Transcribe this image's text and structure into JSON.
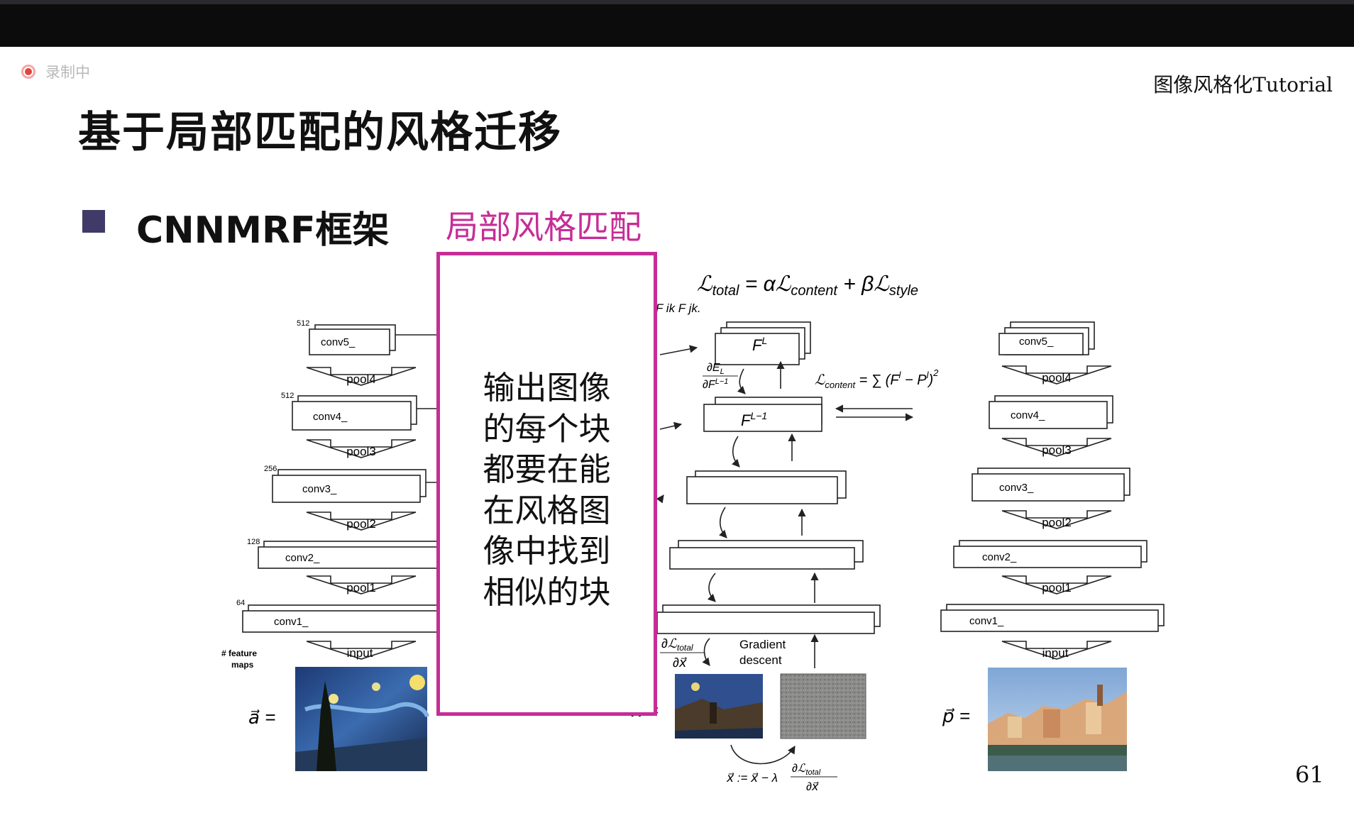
{
  "recording": {
    "label": "录制中",
    "icon": "record-icon"
  },
  "course_title": "图像风格化Tutorial",
  "slide_title": "基于局部匹配的风格迁移",
  "bullet": {
    "text": "CNNMRF框架"
  },
  "highlight_label": "局部风格匹配",
  "overlay_lines": [
    "输出图像",
    "的每个块",
    "都要在能",
    "在风格图",
    "像中找到",
    "相似的块"
  ],
  "page_number": "61",
  "figure": {
    "loss_total": "ℒtotal = αℒcontent + βℒstyle",
    "loss_total_parts": {
      "L1": "ℒ",
      "sub1": "total",
      "eq": " = α",
      "L2": "ℒ",
      "sub2": "content",
      "plus": " + β",
      "L3": "ℒ",
      "sub3": "style"
    },
    "gram_fragment": "F ik F jk.",
    "content_loss": "ℒcontent = ∑(Fl − Pl)²",
    "content_loss_parts": {
      "L": "ℒ",
      "sub": "content",
      "rest": " = ∑ (F",
      "l1": "l",
      "minus": " − P",
      "l2": "l",
      "close": ")",
      "sq": "2"
    },
    "feature_maps_label": [
      "# feature",
      "maps"
    ],
    "left_layers": {
      "conv5": "conv5_",
      "conv4": "conv4_",
      "conv3": "conv3_",
      "conv2": "conv2_",
      "conv1": "conv1_",
      "pool4": "pool4",
      "pool3": "pool3",
      "pool2": "pool2",
      "pool1": "pool1",
      "input": "input",
      "counts": [
        "512",
        "512",
        "256",
        "128",
        "64"
      ]
    },
    "right_layers": {
      "conv5": "conv5_",
      "conv4": "conv4_",
      "conv3": "conv3_",
      "conv2": "conv2_",
      "conv1": "conv1_",
      "pool4": "pool4",
      "pool3": "pool3",
      "pool2": "pool2",
      "pool1": "pool1",
      "input": "input"
    },
    "middle": {
      "FL": "F",
      "FL_sup": "L",
      "FL1": "F",
      "FL1_sup": "L−1",
      "dE_num": "∂E",
      "dE_num_sub": "L",
      "dE_den": "∂F",
      "dE_den_sup": "L−1",
      "dL_num": "∂ℒ",
      "dL_num_sub": "total",
      "dL_den": "∂x⃗",
      "gradient": [
        "Gradient",
        "descent"
      ],
      "update": "x⃗ := x⃗ − λ",
      "update_num": "∂ℒ",
      "update_num_sub": "total",
      "update_den": "∂x⃗",
      "x_label": "x⃗ ="
    },
    "a_label": "a⃗ =",
    "p_label": "p⃗ ="
  },
  "colors": {
    "accent": "#c62d96",
    "bullet": "#3f3a67",
    "topbar": "#0c0c0d"
  }
}
